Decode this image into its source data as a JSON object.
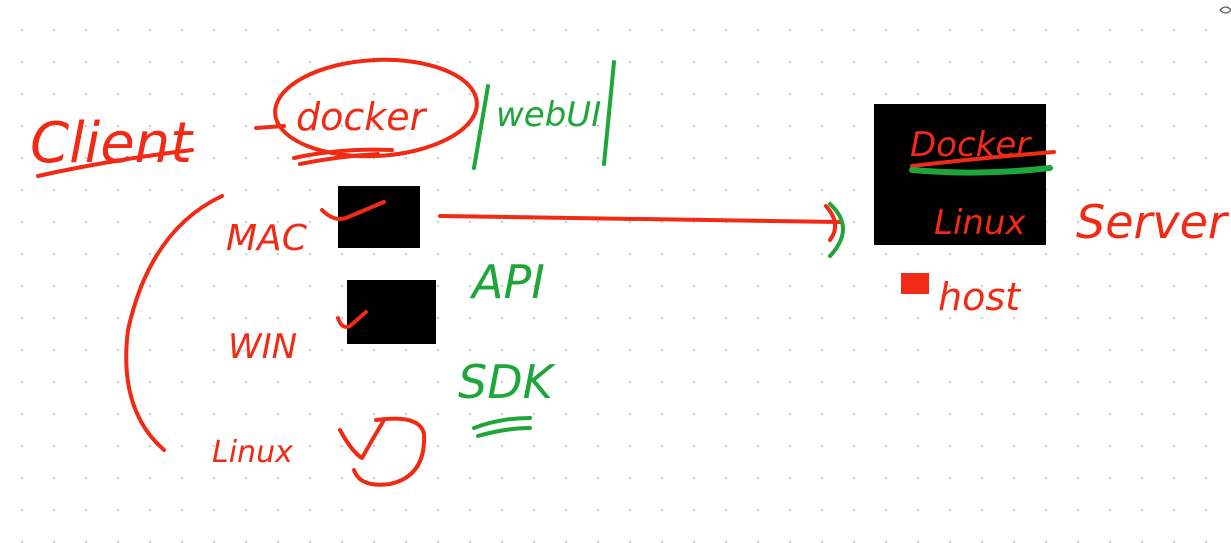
{
  "labels": {
    "client": "Client",
    "docker_client": "docker",
    "webui": "webUI",
    "mac": "MAC",
    "win": "WIN",
    "linux_client": "Linux",
    "api": "API",
    "sdk": "SDK",
    "docker_server": "Docker",
    "linux_server": "Linux",
    "server": "Server",
    "host": "host"
  },
  "colors": {
    "ink_red": "#f02a14",
    "ink_green": "#1fa63a",
    "box_black": "#000000",
    "background": "#ffffff"
  }
}
